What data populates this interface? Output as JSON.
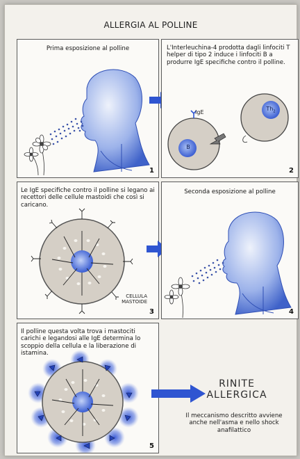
{
  "title": "ALLERGIA AL POLLINE",
  "panels": {
    "p1": {
      "text": "Prima esposizione al polline",
      "num": "1"
    },
    "p2": {
      "text": "L'Interleuchina-4 prodotta dagli linfociti T helper di tipo 2 induce i linfociti B a produrre IgE specifiche contro il polline.",
      "num": "2",
      "ige": "IgE",
      "b": "B",
      "th": "Th",
      "th_sub": "2"
    },
    "p3": {
      "text": "Le IgE specifiche contro il polline si legano ai recettori delle cellule mastoidi che così si caricano.",
      "num": "3",
      "label1": "CELLULA",
      "label2": "MASTOIDE"
    },
    "p4": {
      "text": "Seconda esposizione al polline",
      "num": "4"
    },
    "p5": {
      "text": "Il polline questa volta trova i mastociti carichi e legandosi alle IgE determina lo scoppio della cellula e la liberazione di istamina.",
      "num": "5"
    }
  },
  "outcome": {
    "line1": "RINITE",
    "line2": "ALLERGICA",
    "note": "Il meccanismo descritto avviene anche nell'asma e nello shock anafilattico"
  },
  "colors": {
    "blue": "#3d63d6",
    "skin": "#6d8fe0",
    "cell_fill": "#d5cfc6",
    "border": "#5a5a5a"
  }
}
